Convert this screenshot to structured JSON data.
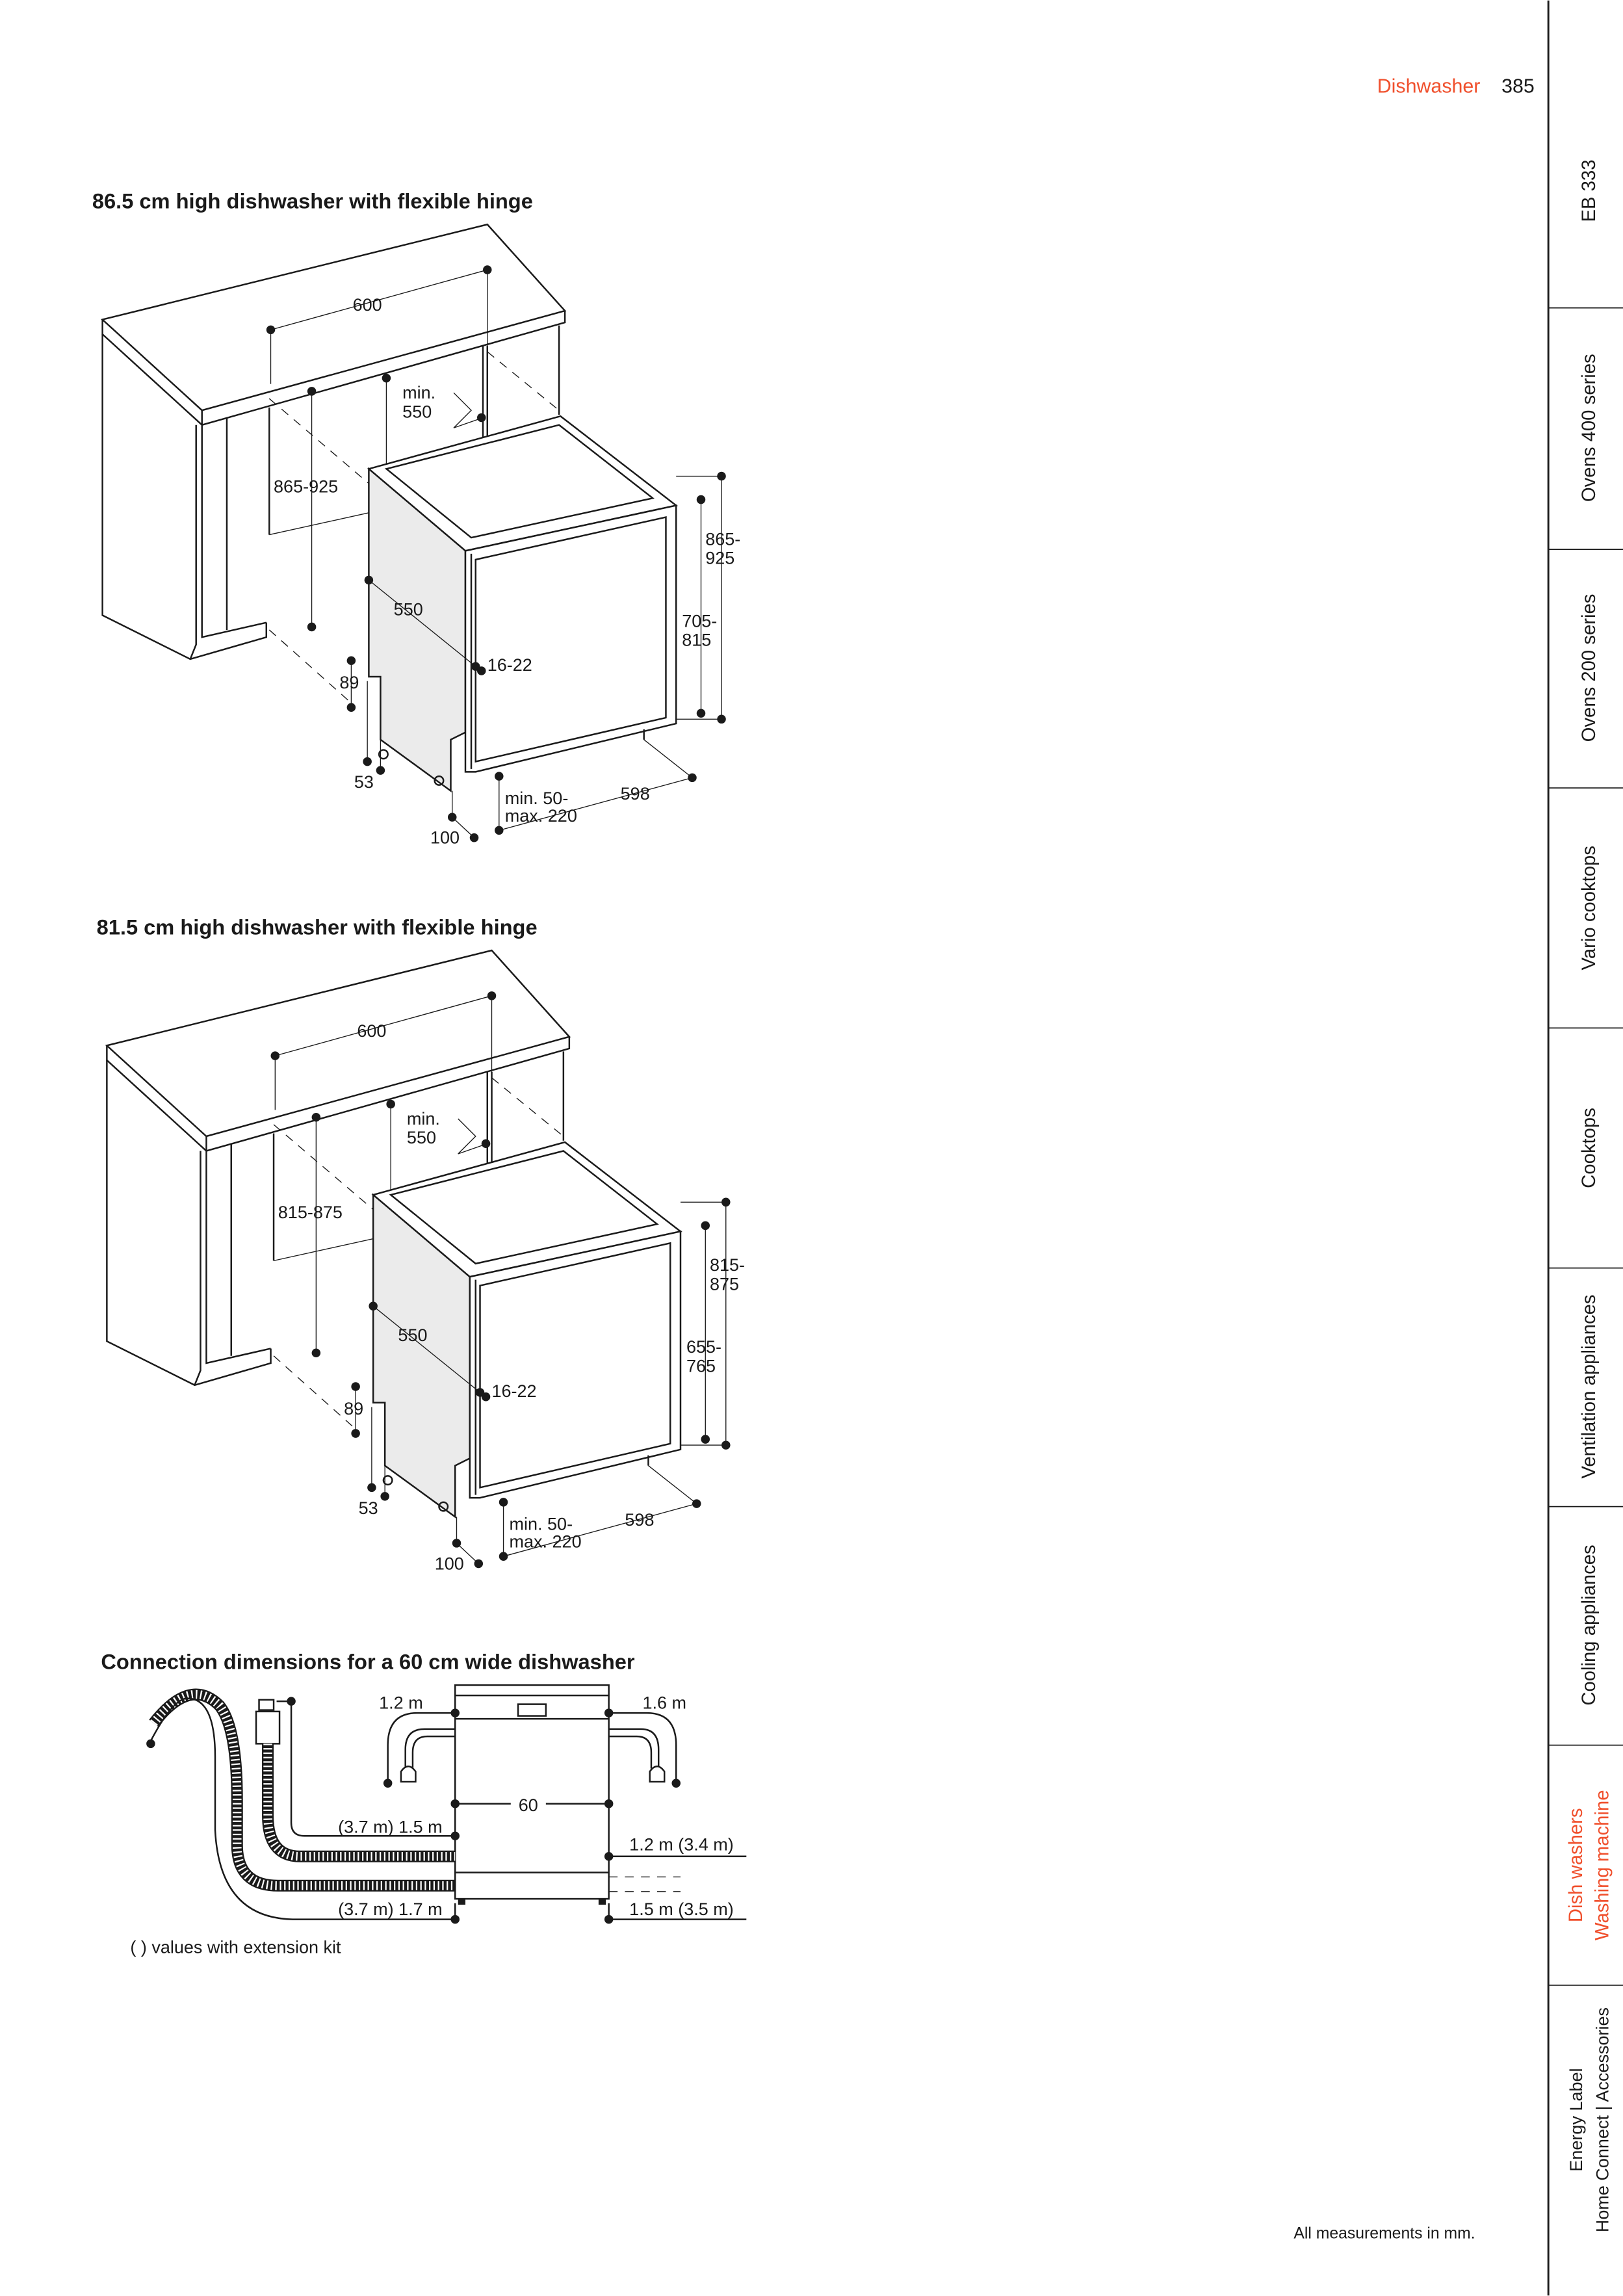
{
  "header": {
    "section": "Dishwasher",
    "page_number": "385",
    "accent_color": "#f0502d"
  },
  "sidebar": {
    "tabs": [
      {
        "label": "EB 333"
      },
      {
        "label": "Ovens 400 series"
      },
      {
        "label": "Ovens 200 series"
      },
      {
        "label": "Vario cooktops"
      },
      {
        "label": "Cooktops"
      },
      {
        "label": "Ventilation appliances"
      },
      {
        "label": "Cooling appliances"
      },
      {
        "label": "Dish washers",
        "label2": "Washing machine",
        "active": true
      },
      {
        "label": "Energy Label",
        "label2": "Home Connect | Accessories"
      }
    ]
  },
  "diagram1": {
    "title": "86.5 cm high dishwasher with flexible hinge",
    "labels": {
      "width": "600",
      "depth": "min.",
      "depth2": "550",
      "niche": "865-925",
      "side_depth": "550",
      "door": "16-22",
      "plinth": "89",
      "foot": "53",
      "h_outer1": "865-",
      "h_outer2": "925",
      "h_inner1": "705-",
      "h_inner2": "815",
      "gap1": "min. 50-",
      "gap2": "max. 220",
      "front": "598",
      "toe": "100"
    }
  },
  "diagram2": {
    "title": "81.5 cm high dishwasher with flexible hinge",
    "labels": {
      "width": "600",
      "depth": "min.",
      "depth2": "550",
      "niche": "815-875",
      "side_depth": "550",
      "door": "16-22",
      "plinth": "89",
      "foot": "53",
      "h_outer1": "815-",
      "h_outer2": "875",
      "h_inner1": "655-",
      "h_inner2": "765",
      "gap1": "min. 50-",
      "gap2": "max. 220",
      "front": "598",
      "toe": "100"
    }
  },
  "connection": {
    "title": "Connection dimensions for a 60 cm wide dishwasher",
    "labels": {
      "left_cable": "1.2 m",
      "right_cable": "1.6 m",
      "width": "60",
      "inlet": "(3.7 m) 1.5 m",
      "drain_left": "(3.7 m) 1.7 m",
      "right_upper": "1.2 m (3.4 m)",
      "right_lower": "1.5 m (3.5 m)"
    },
    "note": "( ) values with extension kit"
  },
  "footer": {
    "note": "All measurements in mm."
  }
}
